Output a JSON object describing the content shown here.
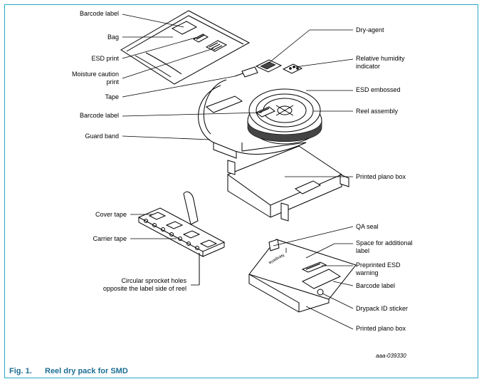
{
  "labels": {
    "barcode_label_bag": "Barcode label",
    "bag": "Bag",
    "esd_print": "ESD print",
    "moisture_caution_line1": "Moisture caution",
    "moisture_caution_line2": "print",
    "tape": "Tape",
    "barcode_label_reel": "Barcode label",
    "guard_band": "Guard band",
    "dry_agent": "Dry-agent",
    "rh_indicator_line1": "Relative humidity",
    "rh_indicator_line2": "indicator",
    "esd_embossed": "ESD embossed",
    "reel_assembly": "Reel assembly",
    "printed_plano_box_top": "Printed plano box",
    "cover_tape": "Cover tape",
    "carrier_tape": "Carrier tape",
    "sprocket_line1": "Circular sprocket holes",
    "sprocket_line2": "opposite the label side of reel",
    "qa_seal": "QA seal",
    "space_label_line1": "Space for additional",
    "space_label_line2": "label",
    "preprinted_esd_line1": "Preprinted ESD",
    "preprinted_esd_line2": "warning",
    "barcode_label_box": "Barcode label",
    "drypack_id": "Drypack ID sticker",
    "printed_plano_box_bottom": "Printed plano box"
  },
  "box_text": "Nexperia",
  "figure_ref": "aaa-039330",
  "caption": {
    "number": "Fig. 1.",
    "title": "Reel dry pack for SMD"
  },
  "colors": {
    "frame": "#29a9c8",
    "caption": "#1d6f94",
    "line": "#000000"
  }
}
